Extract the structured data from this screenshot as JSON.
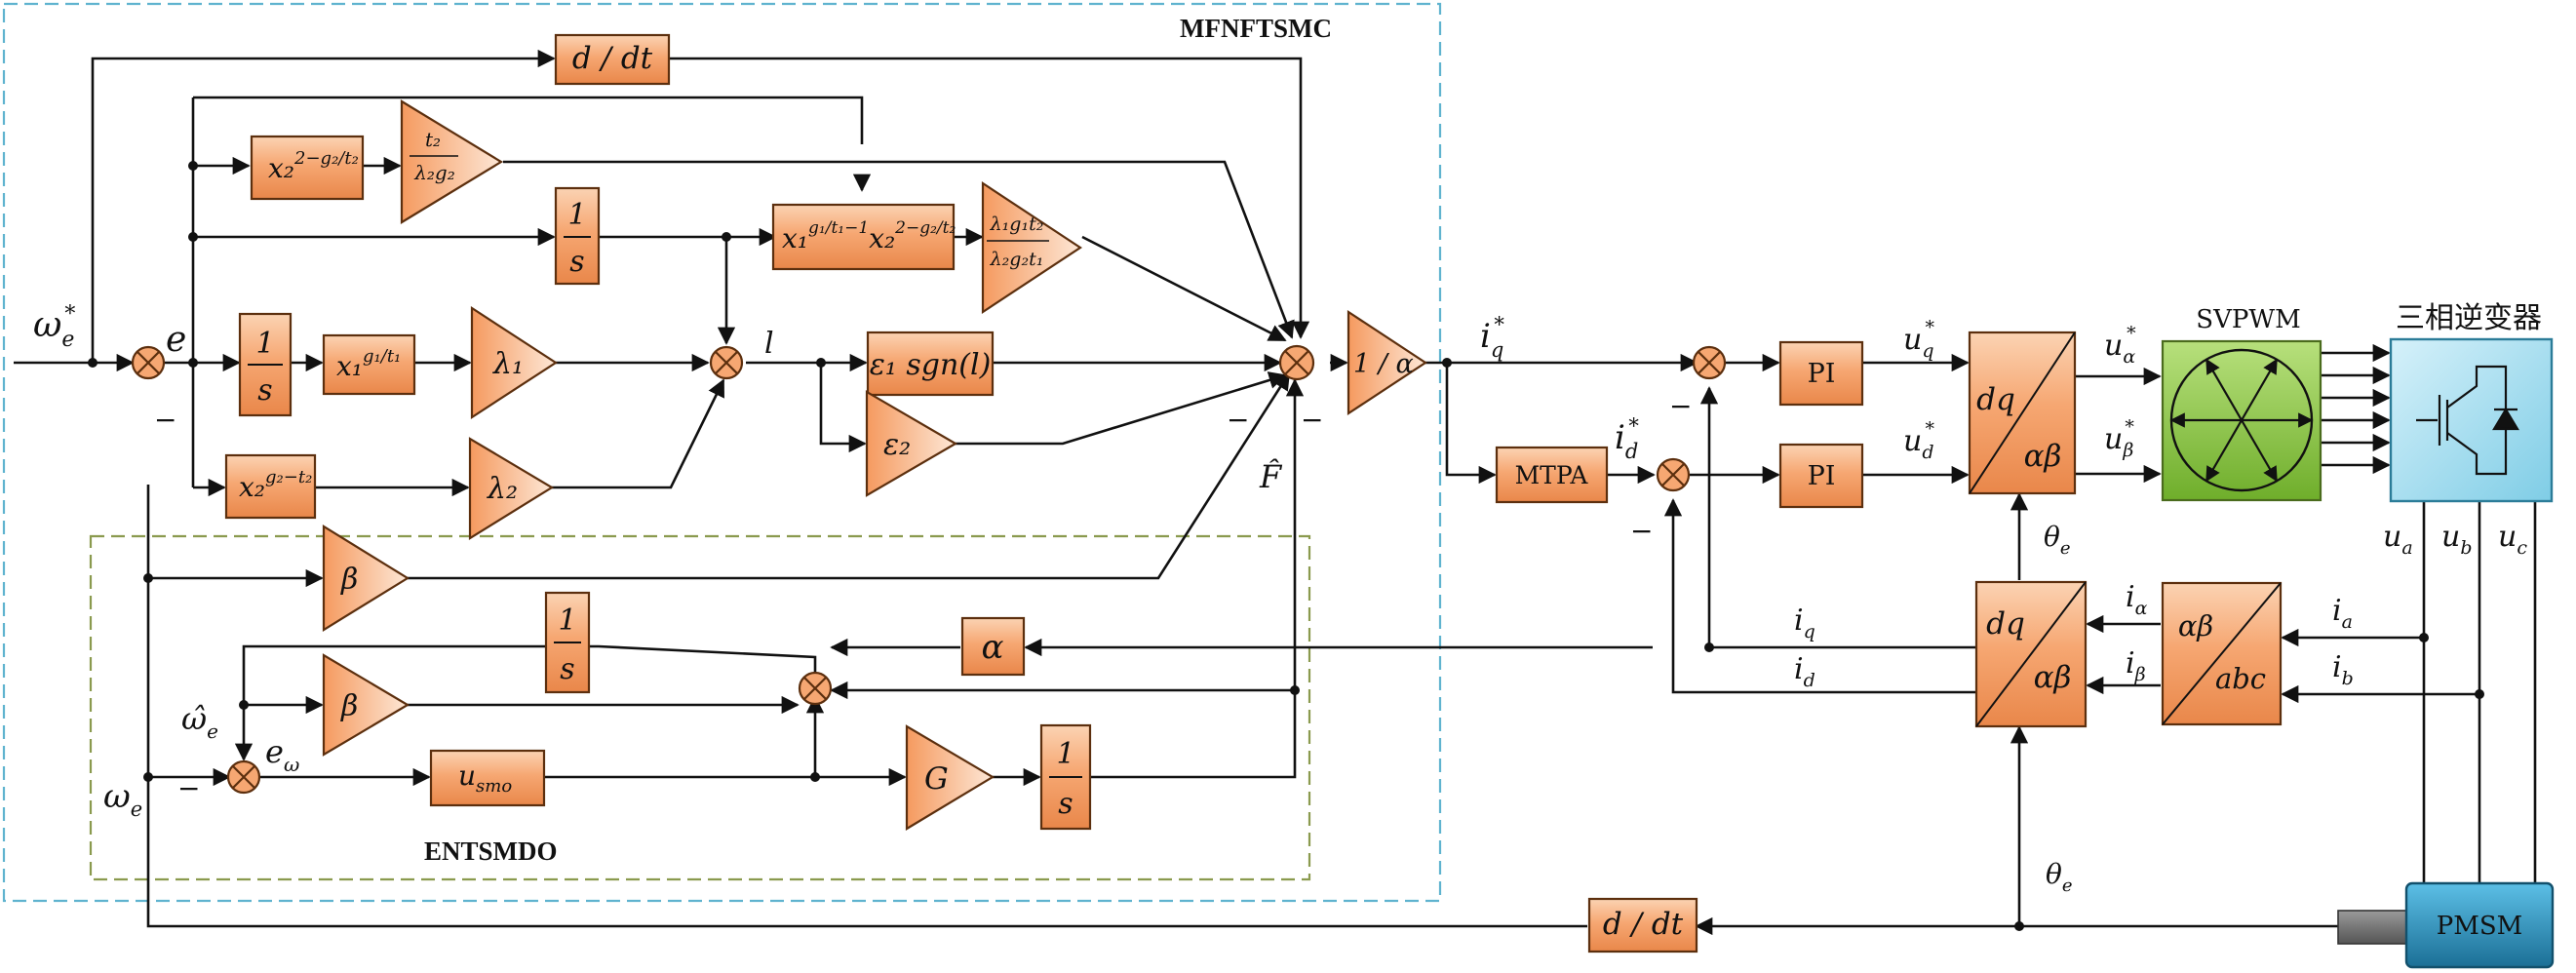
{
  "regions": {
    "mfnftsmc": "MFNFTSMC",
    "entsmdo": "ENTSMDO"
  },
  "blocks": {
    "ddt": "d / dt",
    "one_over_s": [
      "1",
      "s"
    ],
    "one_over_alpha": "1 / α",
    "mtpa": "MTPA",
    "pi": "PI",
    "svpwm": "SVPWM",
    "inverter": "三相逆变器",
    "pmsm": "PMSM",
    "sgn_block": "ε₁ sgn(l)",
    "usmo": "u",
    "usmo_sub": "smo",
    "gain_G": "G",
    "gain_alpha": "α",
    "gain_beta": "β",
    "gain_lambda1": "λ₁",
    "gain_lambda2": "λ₂",
    "gain_eps2": "ε₂",
    "pow_g1t1": "x₁",
    "pow_g1t1_exp": "g₁/t₁",
    "pow_g2t2": "x₂",
    "pow_g2t2_exp": "g₂−t₂",
    "pow_2g2t2": "x₂",
    "pow_2g2t2_exp": "2−g₂/t₂",
    "prod_x1": "x₁",
    "prod_x1_exp": "g₁/t₁−1",
    "prod_x2": "x₂",
    "prod_x2_exp": "2−g₂/t₂",
    "frac_t2_num": "t₂",
    "frac_t2_den": "λ₂g₂",
    "frac_big_num": "λ₁g₁t₂",
    "frac_big_den": "λ₂g₂t₁",
    "dq": "dq",
    "ab": "αβ",
    "ab_top": "αβ",
    "abc": "abc"
  },
  "signals": {
    "omega_ref": "ω",
    "omega_ref_sub": "e",
    "omega_ref_sup": "*",
    "e": "e",
    "l": "l",
    "iq_ref": "i",
    "iq_ref_sub": "q",
    "id_ref": "i",
    "id_ref_sub": "d",
    "star": "*",
    "uq": "u",
    "uq_sub": "q",
    "ud": "u",
    "ud_sub": "d",
    "ualpha": "u",
    "ualpha_sub": "α",
    "ubeta": "u",
    "ubeta_sub": "β",
    "theta": "θ",
    "theta_sub": "e",
    "ialpha": "i",
    "ialpha_sub": "α",
    "ibeta": "i",
    "ibeta_sub": "β",
    "ia": "i",
    "ia_sub": "a",
    "ib": "i",
    "ib_sub": "b",
    "iq": "i",
    "iq_sub": "q",
    "id": "i",
    "id_sub": "d",
    "ua": "u",
    "ua_sub": "a",
    "ub": "u",
    "ub_sub": "b",
    "uc": "u",
    "uc_sub": "c",
    "F_hat": "F̂",
    "omega_hat": "ω̂",
    "omega_hat_sub": "e",
    "e_omega": "e",
    "e_omega_sub": "ω",
    "omega_e": "ω",
    "omega_e_sub": "e",
    "minus": "−"
  },
  "colors": {
    "block_fill": "#f6a772",
    "block_stroke": "#5c2f0e",
    "mfnftsmc_border": "#5fb3cf",
    "entsmdo_border": "#8a9a4e",
    "svpwm_fill": "#8cc63f",
    "inverter_fill": "#9fdcf0",
    "pmsm_fill": "#2a8db8"
  }
}
